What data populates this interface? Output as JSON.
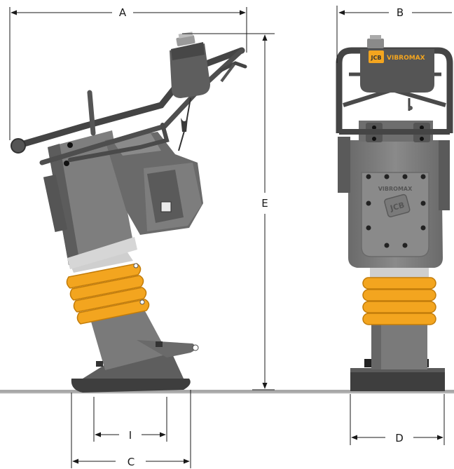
{
  "dimensions": {
    "a": "A",
    "b": "B",
    "c": "C",
    "d": "D",
    "e": "E",
    "i": "I"
  },
  "branding": {
    "logo": "JCB",
    "brand_name": "VIBROMAX"
  },
  "colors": {
    "body": "#7b7b7b",
    "body_dark": "#5a5a5a",
    "frame": "#4a4a4a",
    "bellows": "#f3a51f",
    "foot": "#3e3e3e",
    "ground": "#9a9a9a",
    "dimension_line": "#1a1a1a"
  },
  "icons": [
    "arrow-left-icon",
    "arrow-right-icon",
    "arrow-up-icon",
    "arrow-down-icon"
  ]
}
